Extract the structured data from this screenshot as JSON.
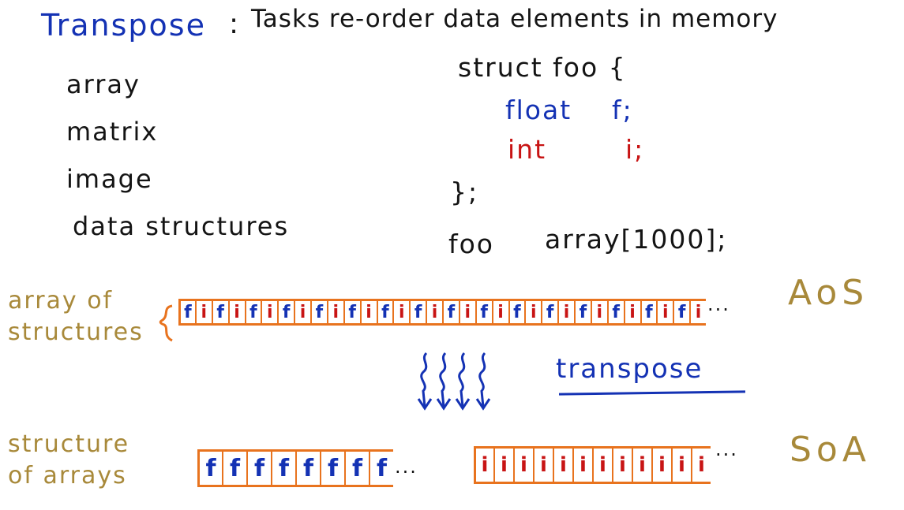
{
  "title": "Transpose",
  "title_colon": ":",
  "subtitle": "Tasks re-order data elements in memory",
  "examples": [
    "array",
    "matrix",
    "image",
    "data structures"
  ],
  "code": {
    "line1": "struct foo {",
    "line2_type": "float",
    "line2_name": "f;",
    "line3_type": "int",
    "line3_name": "i;",
    "line4": "};",
    "line5_type": "foo",
    "line5_decl": "array[1000];"
  },
  "aos": {
    "label_line1": "array of",
    "label_line2": "structures",
    "abbr": "AoS",
    "cells": [
      "f",
      "i",
      "f",
      "i",
      "f",
      "i",
      "f",
      "i",
      "f",
      "i",
      "f",
      "i",
      "f",
      "i",
      "f",
      "i",
      "f",
      "i",
      "f",
      "i",
      "f",
      "i",
      "f",
      "i",
      "f",
      "i",
      "f",
      "i",
      "f",
      "i",
      "f",
      "i"
    ],
    "ellipsis": "..."
  },
  "transpose_label": "transpose",
  "soa": {
    "label_line1": "structure",
    "label_line2": "of arrays",
    "abbr": "SoA",
    "f_cells": [
      "f",
      "f",
      "f",
      "f",
      "f",
      "f",
      "f",
      "f"
    ],
    "i_cells": [
      "i",
      "i",
      "i",
      "i",
      "i",
      "i",
      "i",
      "i",
      "i",
      "i",
      "i",
      "i"
    ],
    "f_ellipsis": "...",
    "i_ellipsis": "..."
  },
  "colors": {
    "title": "#1432b4",
    "float": "#1432b4",
    "int": "#c81414",
    "strip": "#e8731e",
    "labels": "#a8893a",
    "ink": "#141414"
  }
}
